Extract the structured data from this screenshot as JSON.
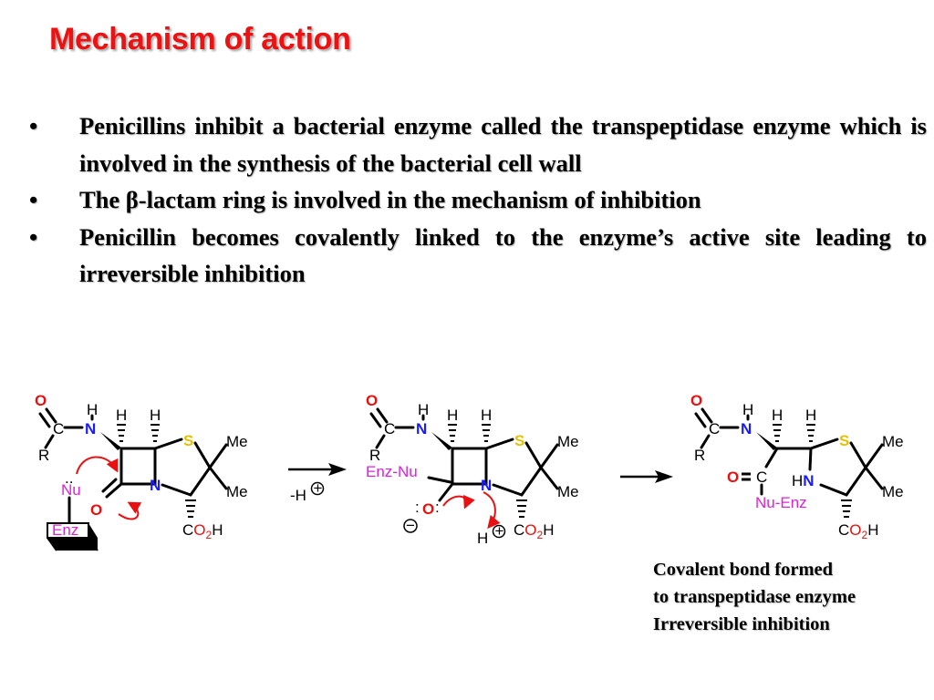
{
  "title": "Mechanism of action",
  "bullets": [
    {
      "symbol": "•",
      "text": "Penicillins inhibit a bacterial enzyme called the transpeptidase enzyme which is involved in the synthesis of the bacterial cell wall"
    },
    {
      "symbol": "•",
      "text": "The β-lactam ring is involved in the mechanism of inhibition"
    },
    {
      "symbol": "•",
      "text": "Penicillin becomes covalently linked to the enzyme’s active site leading to irreversible inhibition"
    }
  ],
  "caption": {
    "line1": "Covalent bond formed",
    "line2": "to transpeptidase enzyme",
    "line3": "Irreversible inhibition"
  },
  "colors": {
    "title": "#ee1111",
    "sulfur": "#e6c000",
    "nitrogen": "#1a1aff",
    "oxygen": "#e81010",
    "enzyme": "#e020d8",
    "arrow": "#e81010"
  },
  "structure1": {
    "O_carbonyl": "O",
    "C_amide": "C",
    "N_amide": "N",
    "H_amide": "H",
    "R": "R",
    "H1": "H",
    "H2": "H",
    "S": "S",
    "Me1": "Me",
    "Me2": "Me",
    "N_ring": "N",
    "O_lactam": "O",
    "C_acid": "C",
    "O_acid": "O",
    "sub_acid": "2",
    "H_acid": "H",
    "Nu": "Nu",
    "Enz": "Enz",
    "lone_pair": ".."
  },
  "reaction_arrow": {
    "label_minus": "-H",
    "plus": "+"
  },
  "structure2": {
    "O_carbonyl": "O",
    "C_amide": "C",
    "N_amide": "N",
    "H_amide": "H",
    "R": "R",
    "H1": "H",
    "H2": "H",
    "S": "S",
    "Me1": "Me",
    "Me2": "Me",
    "N_ring": "N",
    "EnzNu": "Enz-Nu",
    "O_alkoxide": "O",
    "lone_left": ":",
    "lone_right": ":",
    "minus": "−",
    "H_proton": "H",
    "plus": "+",
    "C_acid": "C",
    "O_acid": "O",
    "sub_acid": "2",
    "H_acid": "H"
  },
  "structure3": {
    "O_carbonyl": "O",
    "C_amide": "C",
    "N_amide": "N",
    "H_amide": "H",
    "R": "R",
    "H1": "H",
    "H2": "H",
    "S": "S",
    "Me1": "Me",
    "Me2": "Me",
    "HN_ring": "HN",
    "O_ester": "O",
    "C_ester": "C",
    "NuEnz": "Nu-Enz",
    "C_acid": "C",
    "O_acid": "O",
    "sub_acid": "2",
    "H_acid": "H"
  }
}
